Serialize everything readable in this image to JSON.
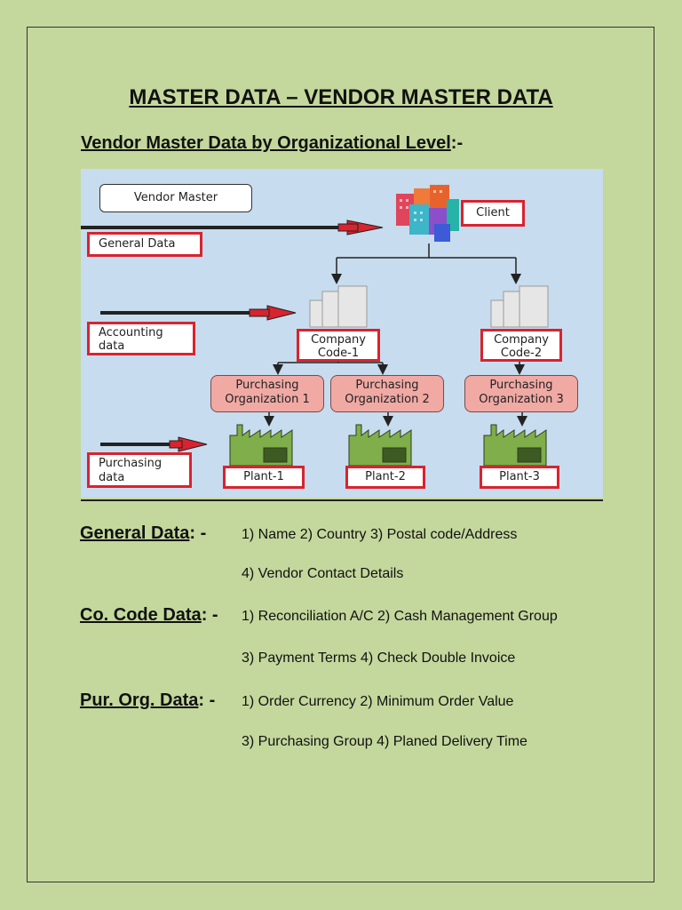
{
  "page": {
    "title": "MASTER DATA – VENDOR MASTER DATA",
    "subtitle_underlined": "Vendor Master Data by Organizational Level",
    "subtitle_suffix": ":-"
  },
  "diagram": {
    "vendor_master": "Vendor Master",
    "client": "Client",
    "levels": {
      "general": "General Data",
      "accounting_line1": "Accounting",
      "accounting_line2": "data",
      "purchasing_line1": "Purchasing",
      "purchasing_line2": "data"
    },
    "company_codes": [
      {
        "line1": "Company",
        "line2": "Code-1"
      },
      {
        "line1": "Company",
        "line2": "Code-2"
      }
    ],
    "purchasing_orgs": [
      {
        "line1": "Purchasing",
        "line2": "Organization 1"
      },
      {
        "line1": "Purchasing",
        "line2": "Organization 2"
      },
      {
        "line1": "Purchasing",
        "line2": "Organization 3"
      }
    ],
    "plants": [
      "Plant-1",
      "Plant-2",
      "Plant-3"
    ],
    "colors": {
      "background": "#c7dcee",
      "highlight_border": "#d9232e",
      "purchasing_org_fill": "#f1a9a4",
      "plant_fill": "#7fae4a",
      "arrow_fill": "#d9232e"
    }
  },
  "sections": [
    {
      "label": "General Data",
      "suffix": ": -",
      "lines": [
        "1) Name 2) Country 3) Postal code/Address",
        "4) Vendor Contact Details"
      ]
    },
    {
      "label": "Co. Code Data",
      "suffix": ": -",
      "lines": [
        "1) Reconciliation A/C 2) Cash Management Group",
        "3) Payment Terms 4) Check Double Invoice"
      ]
    },
    {
      "label": "Pur. Org. Data",
      "suffix": ": -",
      "lines": [
        "1) Order Currency 2) Minimum Order Value",
        "3) Purchasing Group 4) Planed Delivery Time"
      ]
    }
  ]
}
